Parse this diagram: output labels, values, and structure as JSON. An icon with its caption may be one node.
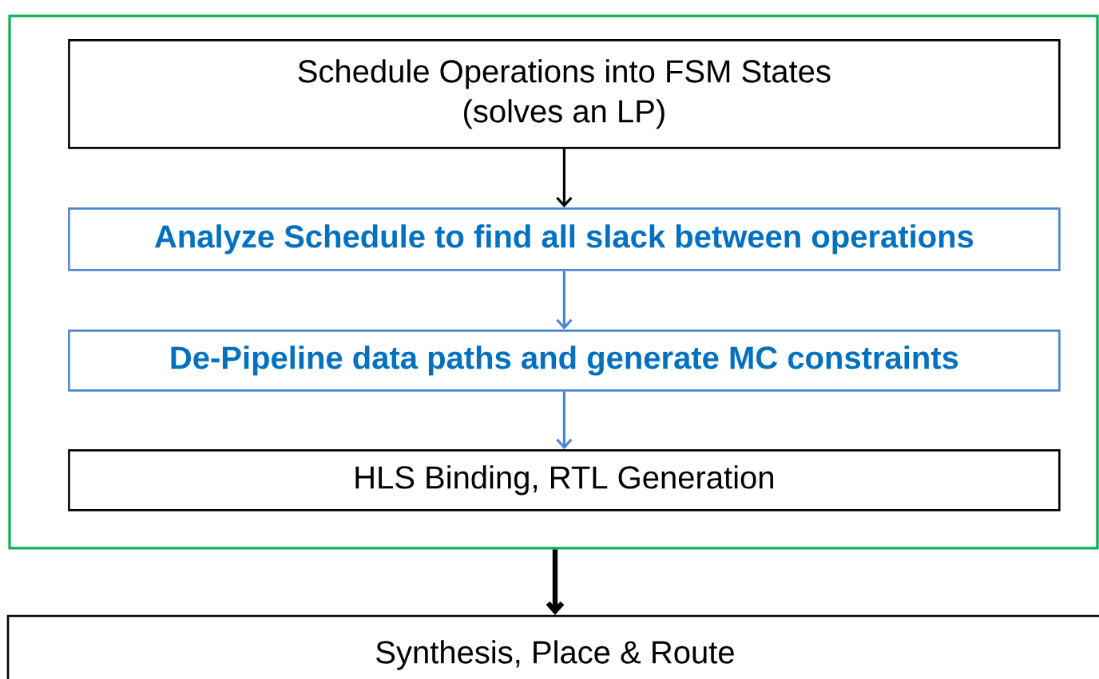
{
  "diagram": {
    "nodes": [
      {
        "text": [],
        "shape": "box"
      },
      {
        "text": [
          "Schedule Operations into FSM States (solves an LP)"
        ],
        "in": 0
      },
      {
        "text": [
          "Analyze Schedule to find all slack between operations"
        ],
        "in": 0
      },
      {
        "text": [
          "De-Pipeline data paths and generate MC constraints"
        ],
        "in": 0
      },
      {
        "text": [
          "HLS Binding, RTL Generation"
        ],
        "in": 0
      },
      {
        "text": [
          "Synthesis, Place & Route"
        ]
      }
    ],
    "edges": [
      {
        "from": 1,
        "to": 2,
        "arrow": "to"
      },
      {
        "from": 2,
        "to": 3,
        "arrow": "to",
        "color": "#4a86d0"
      },
      {
        "from": 3,
        "to": 4,
        "arrow": "to",
        "color": "#4a86d0"
      },
      {
        "from": 0,
        "to": 5,
        "arrow": "to",
        "style": "thick"
      }
    ]
  }
}
